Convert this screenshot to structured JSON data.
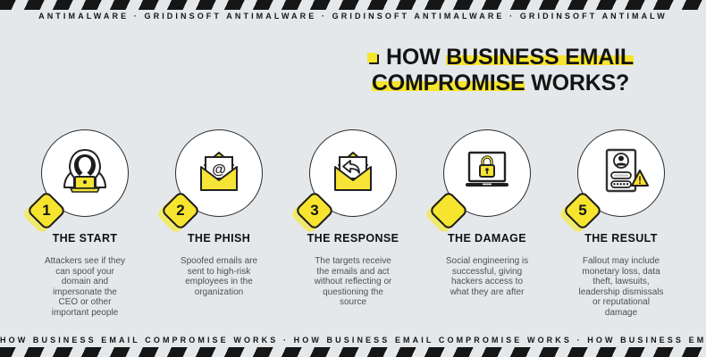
{
  "page": {
    "bg_color": "#e4e8ea",
    "accent_yellow": "#f6e42e",
    "ink_color": "#1b1b1b"
  },
  "top_bar": {
    "marquee": "ANTIMALWARE · GRIDINSOFT ANTIMALWARE · GRIDINSOFT ANTIMALWARE · GRIDINSOFT ANTIMALW"
  },
  "title": {
    "bullet_icon": "square-bullet-icon",
    "line1_pre": "HOW ",
    "line1_mark": "BUSINESS EMAIL",
    "line2_mark": "COMPROMISE",
    "line2_post": " WORKS?"
  },
  "steps": [
    {
      "number": "1",
      "icon": "hacker-laptop-icon",
      "title": "THE START",
      "desc": "Attackers see if they\ncan spoof your\ndomain and\nimpersonate the\nCEO or other\nimportant people"
    },
    {
      "number": "2",
      "icon": "envelope-at-icon",
      "title": "THE PHISH",
      "desc": "Spoofed emails are\nsent to high-risk\nemployees in the\norganization"
    },
    {
      "number": "3",
      "icon": "envelope-reply-icon",
      "title": "THE RESPONSE",
      "desc": "The targets receive\nthe emails and act\nwithout reflecting or\nquestioning the\nsource"
    },
    {
      "number": "",
      "icon": "laptop-lock-icon",
      "title": "THE DAMAGE",
      "desc": "Social engineering is\nsuccessful, giving\nhackers access to\nwhat they are after"
    },
    {
      "number": "5",
      "icon": "credentials-warning-icon",
      "title": "THE RESULT",
      "desc": "Fallout may include\nmonetary loss, data\ntheft, lawsuits,\nleadership dismissals\nor reputational\ndamage"
    }
  ],
  "bottom_bar": {
    "marquee": "HOW BUSINESS EMAIL COMPROMISE WORKS · HOW BUSINESS EMAIL COMPROMISE WORKS · HOW BUSINESS EMAIL"
  }
}
